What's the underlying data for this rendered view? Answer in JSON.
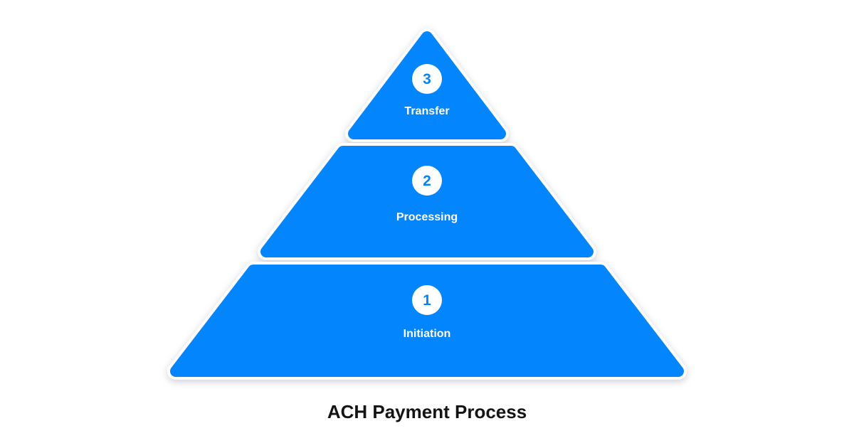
{
  "title": "ACH Payment Process",
  "colors": {
    "accent_blue": "#0385FE",
    "label_white": "#ffffff",
    "title_black": "#141414",
    "background": "#ffffff"
  },
  "pyramid": {
    "levels": [
      {
        "number": "3",
        "label": "Transfer"
      },
      {
        "number": "2",
        "label": "Processing"
      },
      {
        "number": "1",
        "label": "Initiation"
      }
    ]
  }
}
